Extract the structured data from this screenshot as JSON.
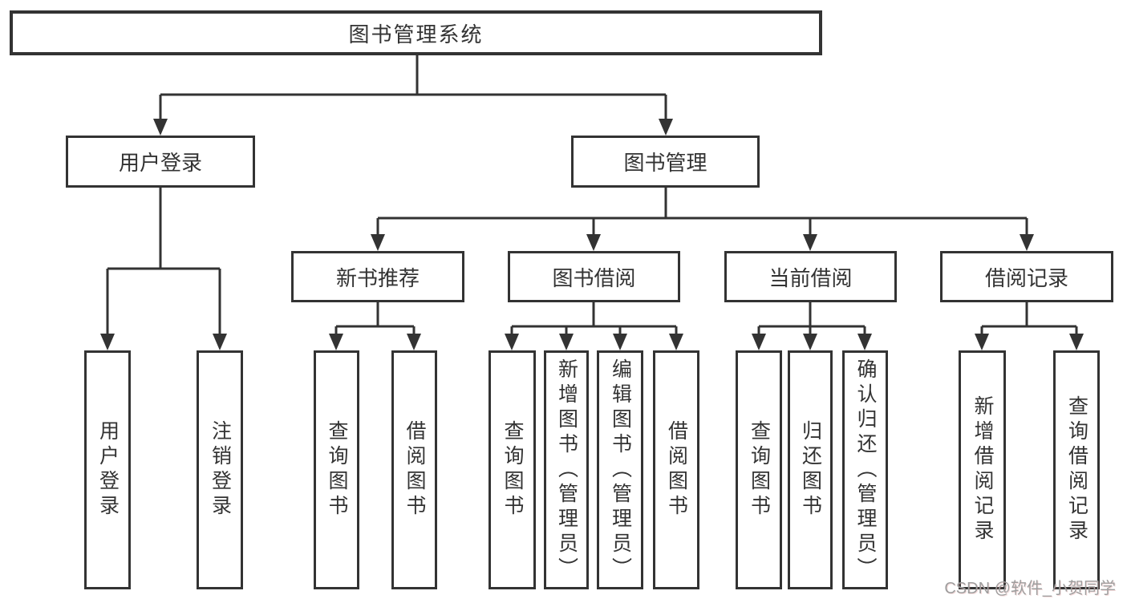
{
  "colors": {
    "line": "#333333",
    "box_border": "#333333",
    "text": "#333333",
    "background": "#ffffff",
    "watermark": "#9e9e9e"
  },
  "tree": {
    "root": "图书管理系统",
    "branches": [
      {
        "label": "用户登录",
        "leaves": [
          "用户登录",
          "注销登录"
        ]
      },
      {
        "label": "图书管理",
        "groups": [
          {
            "label": "新书推荐",
            "leaves": [
              "查询图书",
              "借阅图书"
            ]
          },
          {
            "label": "图书借阅",
            "leaves": [
              "查询图书",
              "新增图书（管理员）",
              "编辑图书（管理员）",
              "借阅图书"
            ]
          },
          {
            "label": "当前借阅",
            "leaves": [
              "查询图书",
              "归还图书",
              "确认归还（管理员）"
            ]
          },
          {
            "label": "借阅记录",
            "leaves": [
              "新增借阅记录",
              "查询借阅记录"
            ]
          }
        ]
      }
    ]
  },
  "watermark": "CSDN @软件_小贺同学"
}
